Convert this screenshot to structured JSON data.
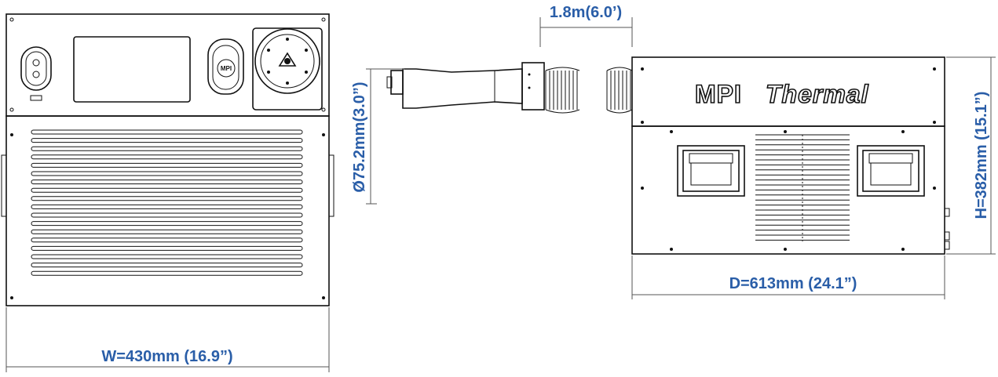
{
  "brand": {
    "name_prefix": "MPI",
    "name_suffix": "Thermal"
  },
  "knob_label": "MPI",
  "dimensions": {
    "width": "W=430mm (16.9”)",
    "depth": "D=613mm (24.1”)",
    "height": "H=382mm (15.1”)",
    "hose_diameter": "Ø75.2mm(3.0”)",
    "hose_length": "1.8m(6.0’)"
  },
  "colors": {
    "dimension_text": "#2a5ea8",
    "line": "#111111"
  }
}
